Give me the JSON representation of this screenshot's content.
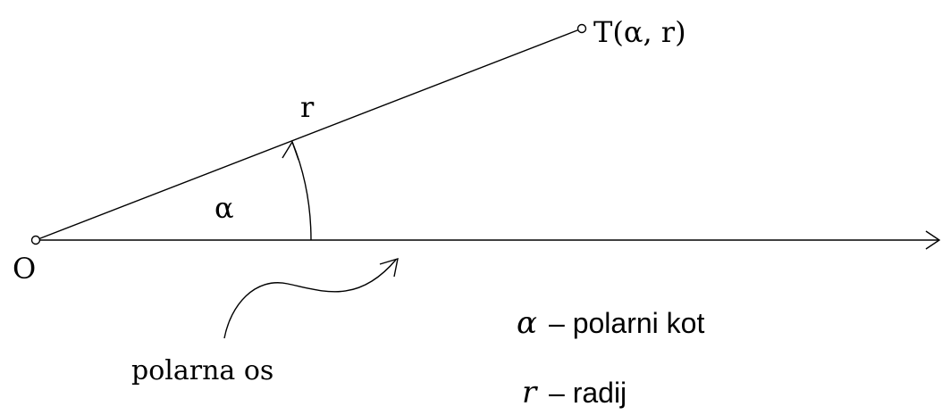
{
  "labels": {
    "origin": "O",
    "point": "T(α, r)",
    "radius": "r",
    "angle": "α",
    "axis": "polarna os"
  },
  "legend": [
    {
      "symbol": "α",
      "text": "– polarni kot"
    },
    {
      "symbol": "r",
      "text": "– radij"
    }
  ]
}
